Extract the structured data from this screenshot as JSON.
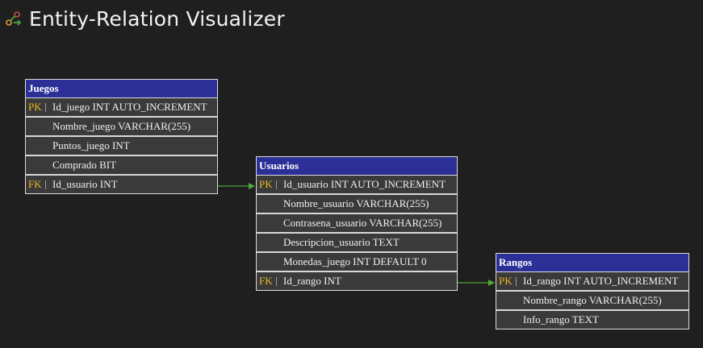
{
  "app": {
    "title": "Entity-Relation Visualizer"
  },
  "tables": [
    {
      "name": "Juegos",
      "rows": [
        {
          "key": "PK",
          "field": "Id_juego INT AUTO_INCREMENT"
        },
        {
          "key": "",
          "field": "Nombre_juego VARCHAR(255)"
        },
        {
          "key": "",
          "field": "Puntos_juego INT"
        },
        {
          "key": "",
          "field": "Comprado BIT"
        },
        {
          "key": "FK",
          "field": "Id_usuario INT"
        }
      ]
    },
    {
      "name": "Usuarios",
      "rows": [
        {
          "key": "PK",
          "field": "Id_usuario INT AUTO_INCREMENT"
        },
        {
          "key": "",
          "field": "Nombre_usuario VARCHAR(255)"
        },
        {
          "key": "",
          "field": "Contrasena_usuario VARCHAR(255)"
        },
        {
          "key": "",
          "field": "Descripcion_usuario TEXT"
        },
        {
          "key": "",
          "field": "Monedas_juego INT DEFAULT 0"
        },
        {
          "key": "FK",
          "field": "Id_rango INT"
        }
      ]
    },
    {
      "name": "Rangos",
      "rows": [
        {
          "key": "PK",
          "field": "Id_rango INT AUTO_INCREMENT"
        },
        {
          "key": "",
          "field": "Nombre_rango VARCHAR(255)"
        },
        {
          "key": "",
          "field": "Info_rango TEXT"
        }
      ]
    }
  ],
  "colors": {
    "background": "#1f1f1f",
    "header": "#2b2f96",
    "key": "#e8b820",
    "link": "#4fa83a"
  }
}
